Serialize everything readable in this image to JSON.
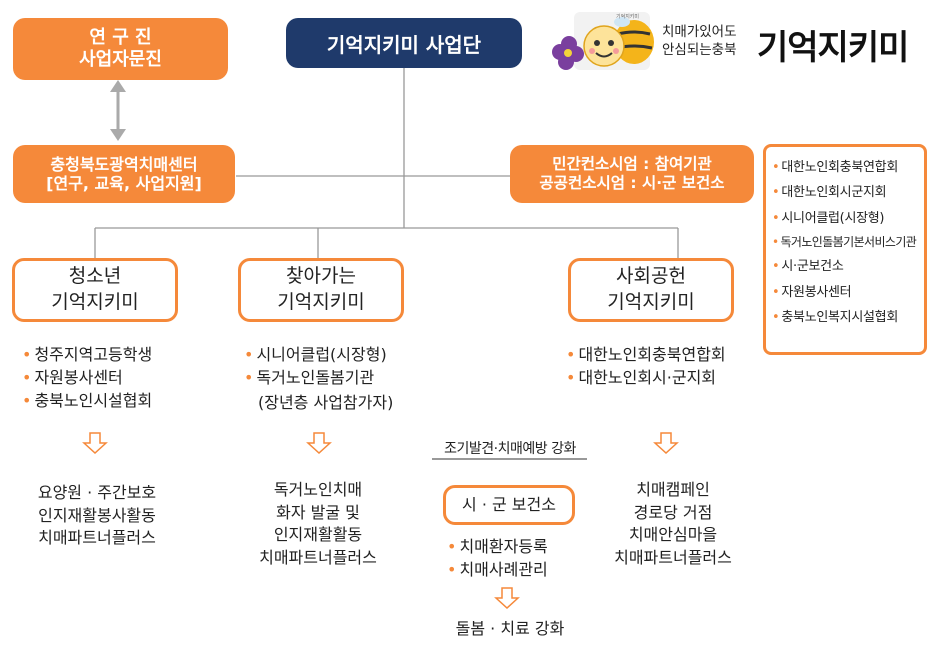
{
  "center_title": "기억지키미 사업단",
  "logo": {
    "tagline_line1": "치매가있어도",
    "tagline_line2": "안심되는충북",
    "brand": "기억지키미",
    "mascot_caption": "기억지키미"
  },
  "research_box": {
    "line1": "연 구 진",
    "line2": "사업자문진"
  },
  "regional_center": {
    "line1": "충청북도광역치매센터",
    "line2": "[연구, 교육, 사업지원]"
  },
  "contest": {
    "line1": "민간컨소시엄 : 참여기관",
    "line2": "공공컨소시엄 : 시·군 보건소"
  },
  "participants": [
    "대한노인회충북연합회",
    "대한노인회시군지회",
    "시니어클럽(시장형)",
    "독거노인돌봄기본서비스기관",
    "시·군보건소",
    "자원봉사센터",
    "충북노인복지시설협회"
  ],
  "branches": {
    "youth": {
      "title_line1": "청소년",
      "title_line2": "기억지키미",
      "bullets": [
        "청주지역고등학생",
        "자원봉사센터",
        "충북노인시설협회"
      ],
      "outcomes": [
        "요양원 · 주간보호",
        "인지재활봉사활동",
        "치매파트너플러스"
      ]
    },
    "visiting": {
      "title_line1": "찾아가는",
      "title_line2": "기억지키미",
      "bullets": [
        "시니어클럽(시장형)",
        "독거노인돌봄기관"
      ],
      "bullet_note": "(장년층 사업참가자)",
      "outcomes": [
        "독거노인치매",
        "화자 발굴 및",
        "인지재활활동",
        "치매파트너플러스"
      ]
    },
    "social": {
      "title_line1": "사회공헌",
      "title_line2": "기억지키미",
      "bullets": [
        "대한노인회충북연합회",
        "대한노인회시·군지회"
      ],
      "outcomes": [
        "치매캠페인",
        "경로당 거점",
        "치매안심마을",
        "치매파트너플러스"
      ]
    }
  },
  "health_center": {
    "header": "조기발견·치매예방 강화",
    "title": "시 · 군 보건소",
    "bullets": [
      "치매환자등록",
      "치매사례관리"
    ],
    "outcome": "돌봄 · 치료 강화"
  }
}
